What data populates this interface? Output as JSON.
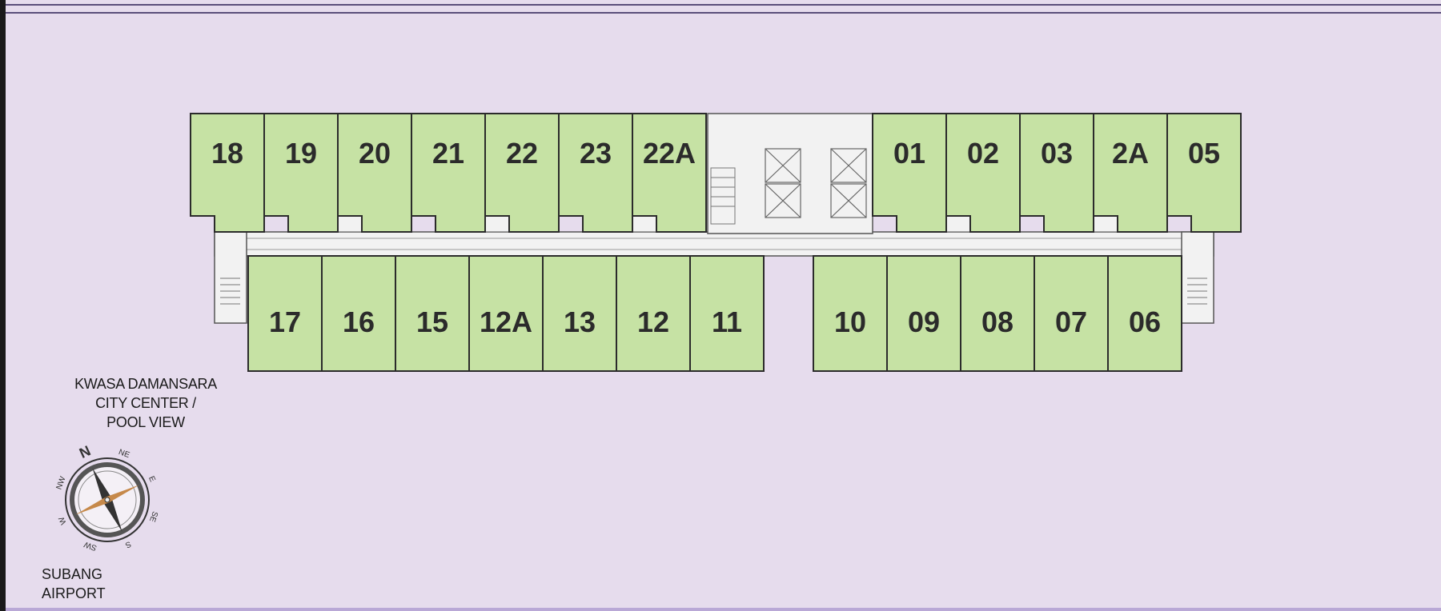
{
  "floor_plan": {
    "top_left_units": [
      "18",
      "19",
      "20",
      "21",
      "22",
      "23",
      "22A"
    ],
    "top_right_units": [
      "01",
      "02",
      "03",
      "2A",
      "05"
    ],
    "bottom_left_units": [
      "17",
      "16",
      "15",
      "12A",
      "13",
      "12",
      "11"
    ],
    "bottom_right_units": [
      "10",
      "09",
      "08",
      "07",
      "06"
    ],
    "unit_fill": "#c6e2a4",
    "unit_stroke": "#2b2b2b",
    "corridor_fill": "#f2f2f2"
  },
  "orientation": {
    "view_label_lines": [
      "KWASA DAMANSARA",
      "CITY CENTER /",
      "POOL VIEW"
    ],
    "airport_label_lines": [
      "SUBANG",
      "AIRPORT"
    ],
    "compass": {
      "north": "N",
      "ne": "NE",
      "e": "E",
      "se": "SE",
      "s": "S",
      "sw": "SW",
      "w": "W",
      "nw": "NW"
    }
  }
}
